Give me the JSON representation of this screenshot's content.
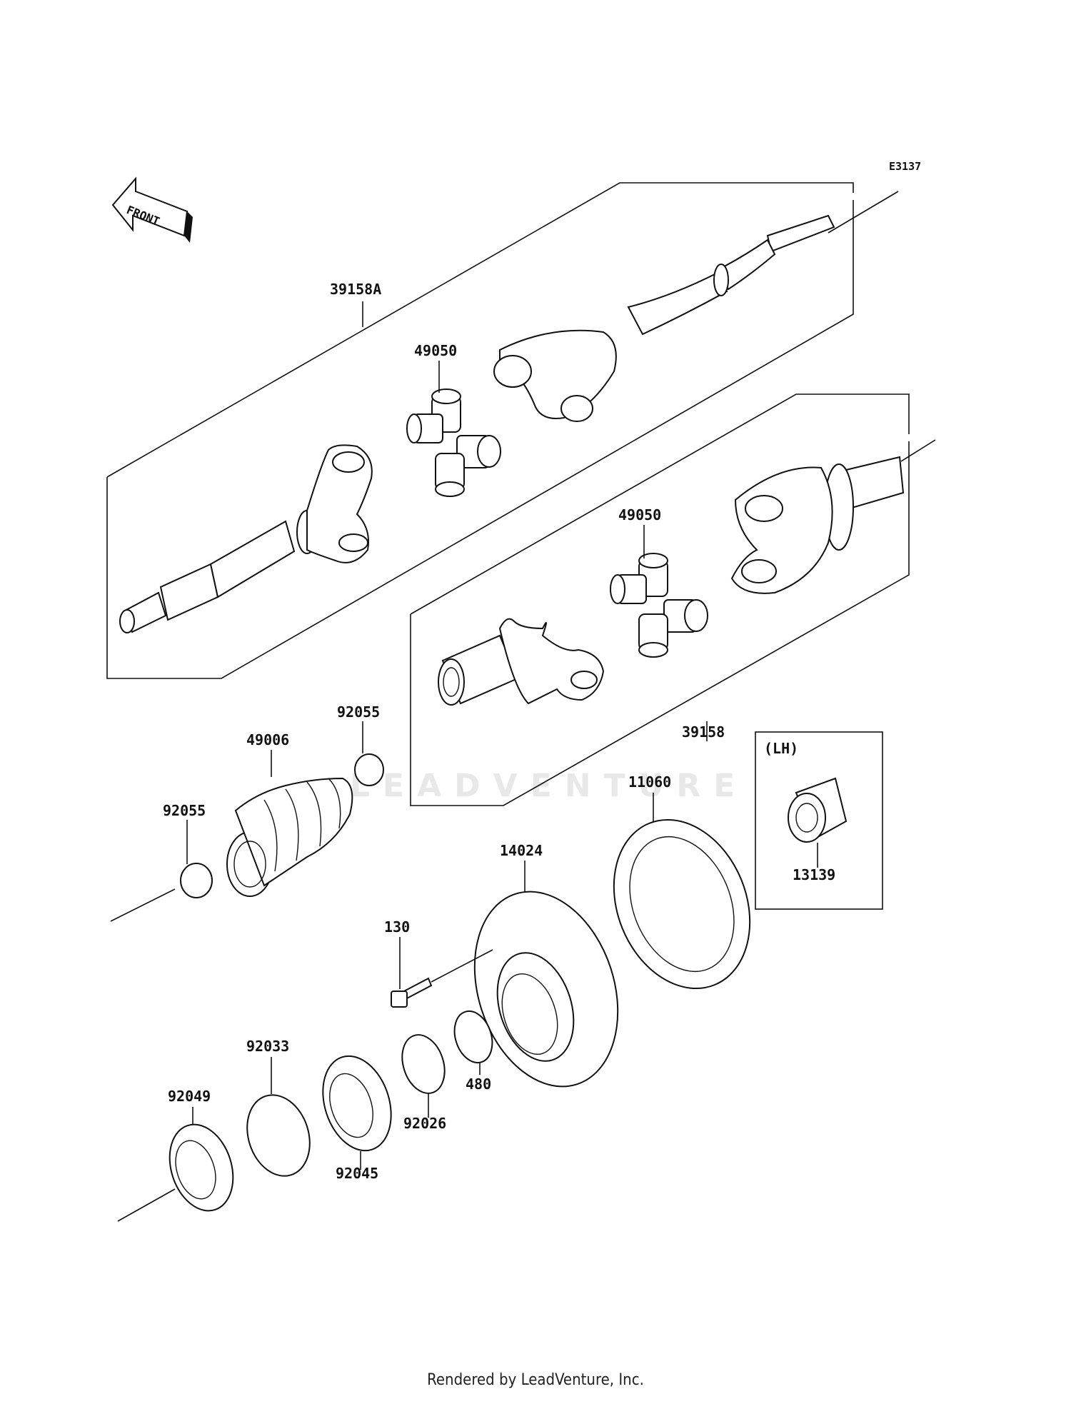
{
  "diagram_code": "E3137",
  "front_marker": "FRONT",
  "watermark": "LEADVENTURE",
  "lh_label": "(LH)",
  "parts": [
    {
      "id": "39158A"
    },
    {
      "id": "49050"
    },
    {
      "id": "49050"
    },
    {
      "id": "39158"
    },
    {
      "id": "92055"
    },
    {
      "id": "49006"
    },
    {
      "id": "92055"
    },
    {
      "id": "11060"
    },
    {
      "id": "14024"
    },
    {
      "id": "130"
    },
    {
      "id": "92033"
    },
    {
      "id": "92049"
    },
    {
      "id": "92045"
    },
    {
      "id": "92026"
    },
    {
      "id": "480"
    },
    {
      "id": "13139"
    }
  ],
  "footer": "Rendered by LeadVenture, Inc."
}
